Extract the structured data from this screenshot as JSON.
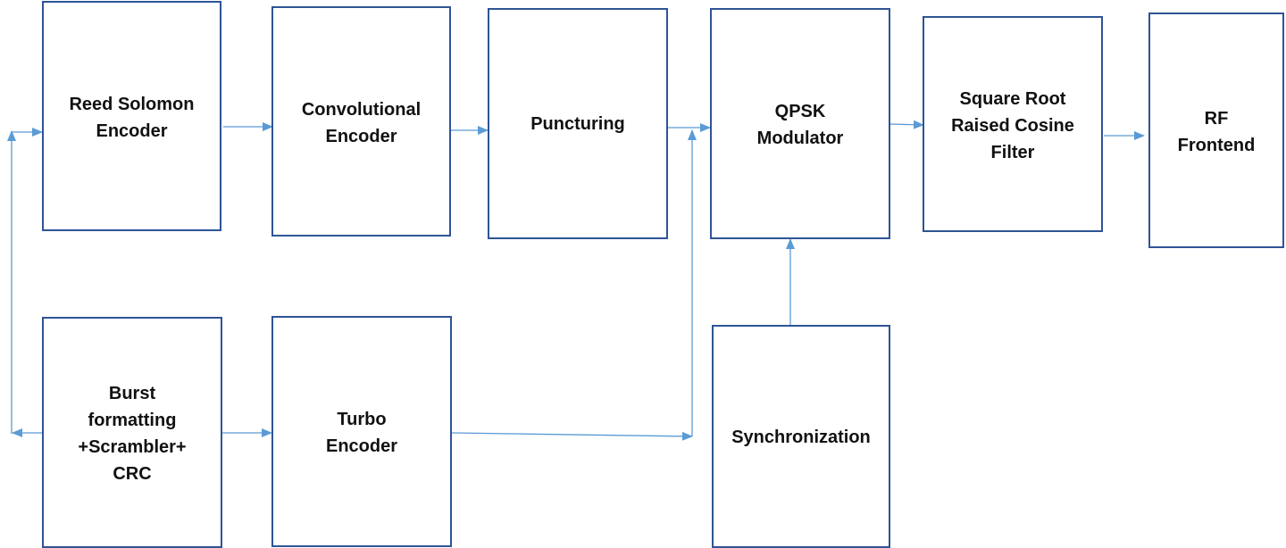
{
  "colors": {
    "block_border": "#2f5496",
    "connector": "#5b9bd5",
    "text": "#111111"
  },
  "blocks": {
    "reed_solomon": {
      "line1": "Reed Solomon",
      "line2": "Encoder"
    },
    "convolutional": {
      "line1": "Convolutional",
      "line2": "Encoder"
    },
    "puncturing": {
      "line1": "Puncturing"
    },
    "qpsk": {
      "line1": "QPSK",
      "line2": "Modulator"
    },
    "srrc": {
      "line1": "Square Root",
      "line2": "Raised Cosine",
      "line3": "Filter"
    },
    "rf": {
      "line1": "RF",
      "line2": "Frontend"
    },
    "burst": {
      "line1": "Burst",
      "line2": "formatting",
      "line3": "+Scrambler+",
      "line4": "CRC"
    },
    "turbo": {
      "line1": "Turbo",
      "line2": "Encoder"
    },
    "sync": {
      "line1": "Synchronization"
    }
  }
}
